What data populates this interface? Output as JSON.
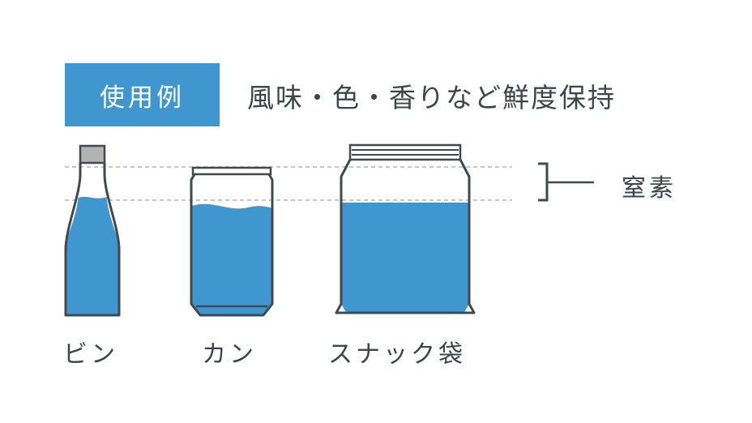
{
  "badge": {
    "label": "使用例"
  },
  "subtitle": "風味・色・香りなど鮮度保持",
  "gas_label": "窒素",
  "containers": [
    {
      "name": "bottle",
      "label": "ビン"
    },
    {
      "name": "can",
      "label": "カン"
    },
    {
      "name": "snack-bag",
      "label": "スナック袋"
    }
  ],
  "colors": {
    "accent": "#4096ce",
    "outline": "#43484c",
    "guide": "#c8c8c8",
    "cap": "#b3b3b3"
  }
}
